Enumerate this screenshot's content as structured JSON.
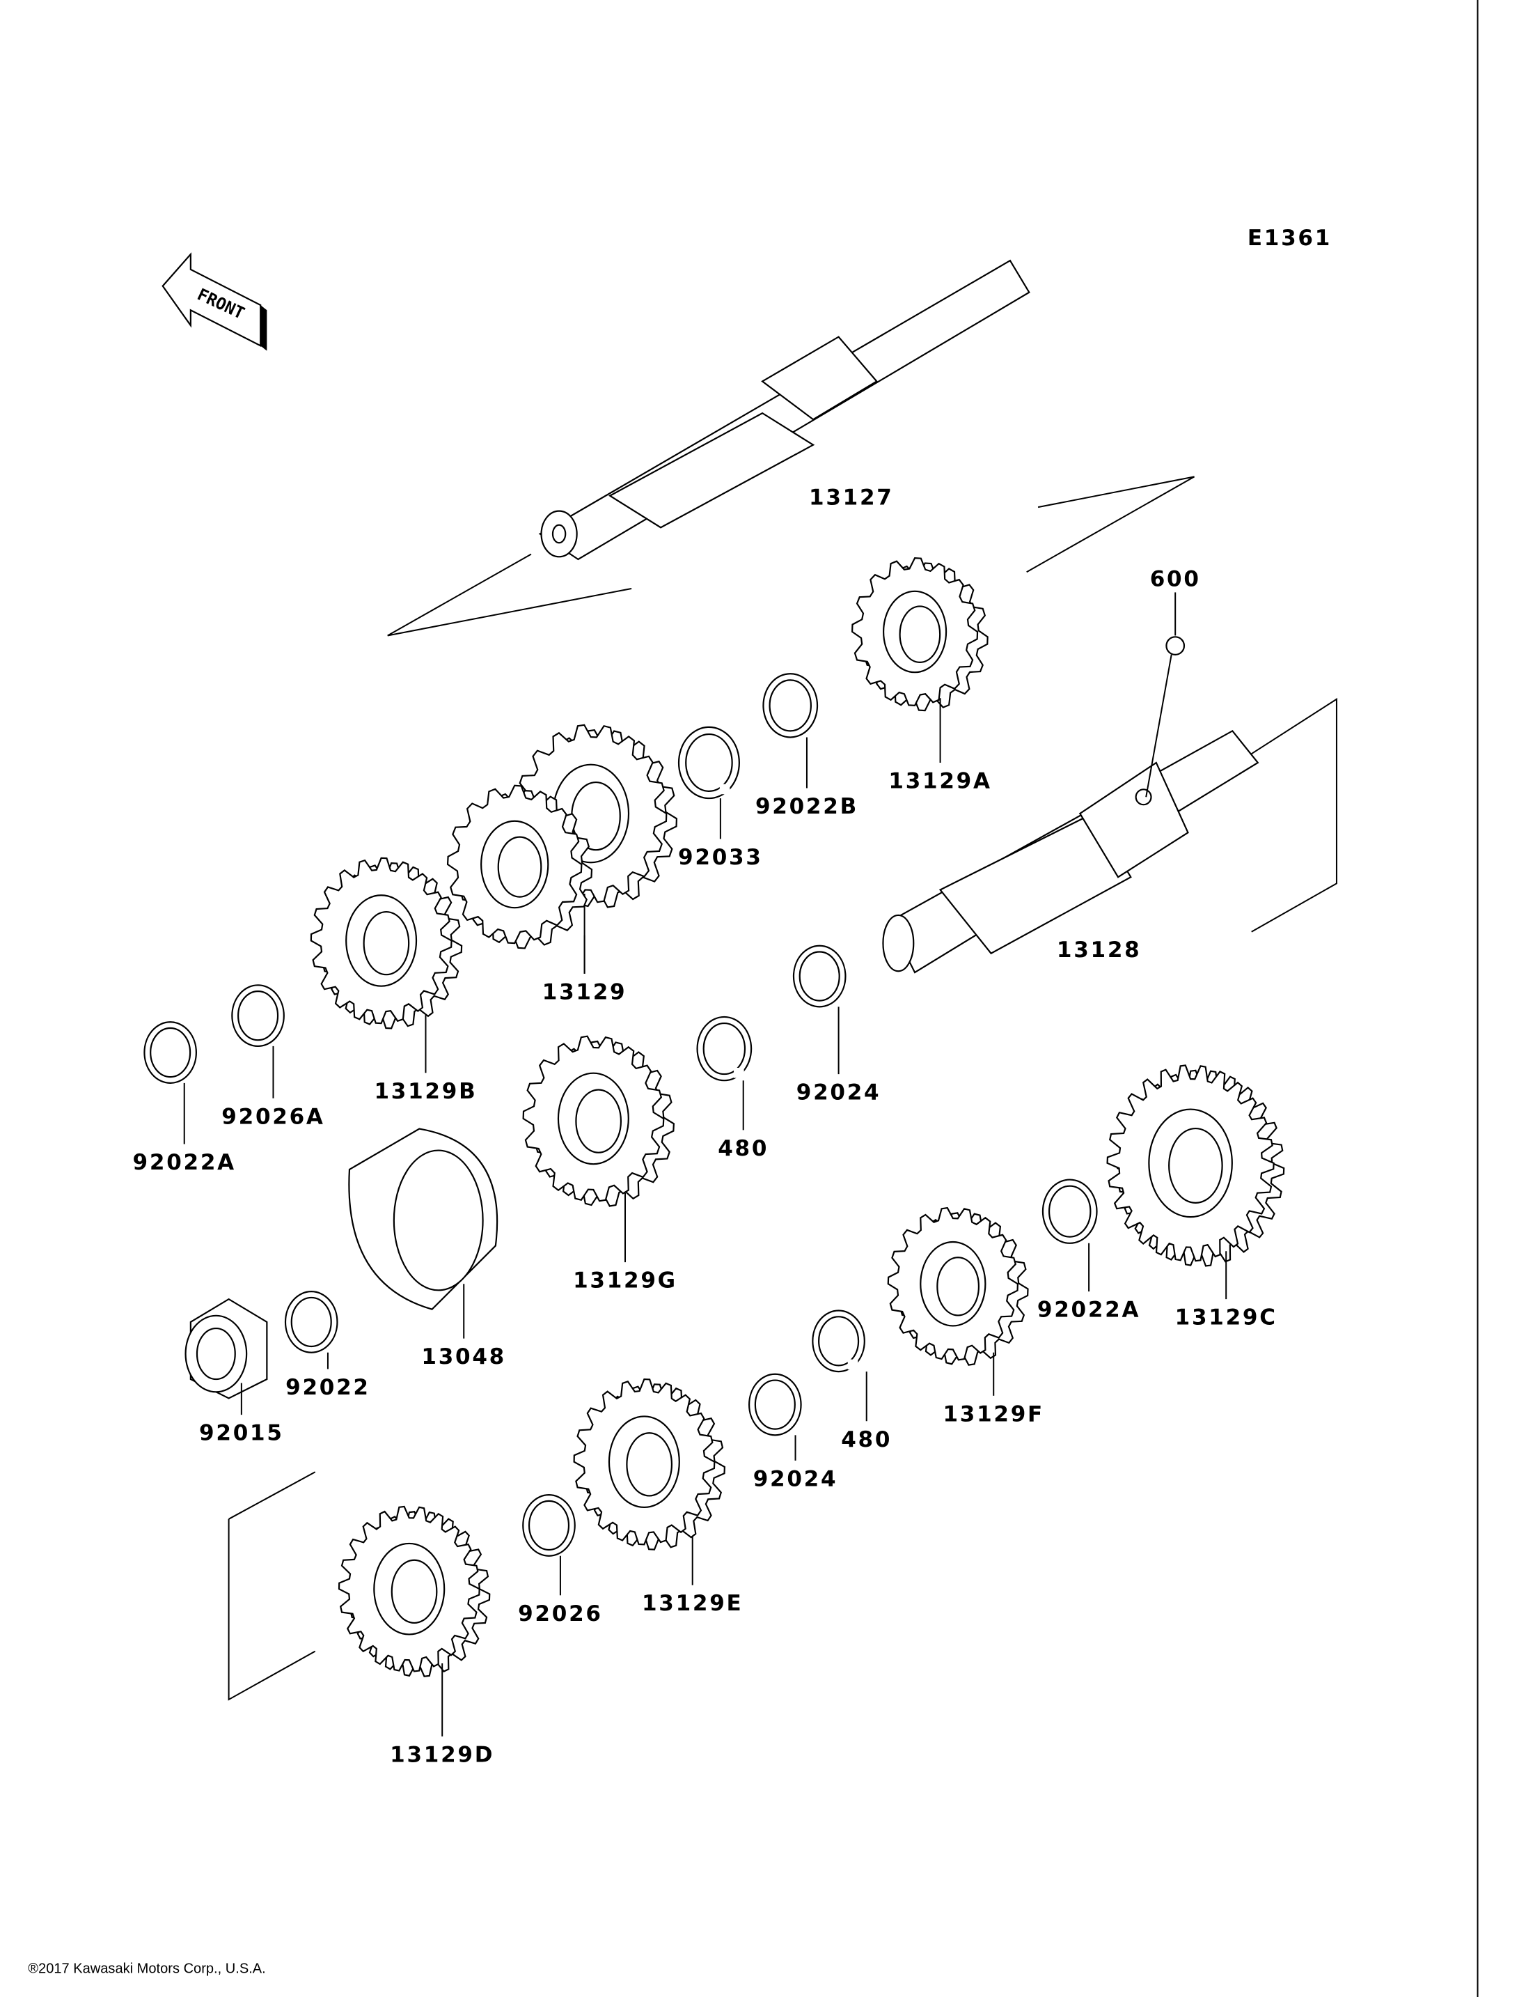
{
  "diagram_code": "E1361",
  "front_label": "FRONT",
  "copyright": "®2017 Kawasaki Motors Corp., U.S.A.",
  "parts": {
    "p13127": "13127",
    "p600": "600",
    "p13129A": "13129A",
    "p92022B": "92022B",
    "p92033": "92033",
    "p13129": "13129",
    "p13128": "13128",
    "p13129B": "13129B",
    "p92026A": "92026A",
    "p92022A_1": "92022A",
    "p92024_1": "92024",
    "p480_1": "480",
    "p13129G": "13129G",
    "p13129C": "13129C",
    "p92022A_2": "92022A",
    "p13048": "13048",
    "p92022": "92022",
    "p92015": "92015",
    "p13129F": "13129F",
    "p480_2": "480",
    "p92024_2": "92024",
    "p13129E": "13129E",
    "p92026": "92026",
    "p13129D": "13129D"
  }
}
